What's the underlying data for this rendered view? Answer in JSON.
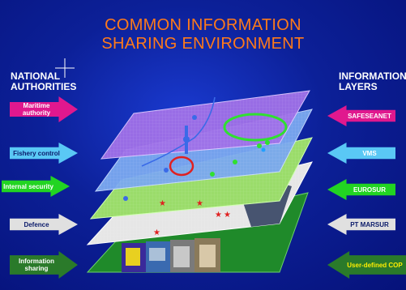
{
  "title_line1": "COMMON INFORMATION",
  "title_line2": "SHARING ENVIRONMENT",
  "left_heading_line1": "NATIONAL",
  "left_heading_line2": "AUTHORITIES",
  "right_heading_line1": "INFORMATION",
  "right_heading_line2": "LAYERS",
  "authorities": [
    {
      "label": "Maritime authority",
      "color": "#e0188e"
    },
    {
      "label": "Fishery control",
      "color": "#5ac8f5"
    },
    {
      "label": "Internal security",
      "color": "#22d422"
    },
    {
      "label": "Defence",
      "color": "#e0e0e0"
    },
    {
      "label": "Information sharing",
      "color": "#2a7a2a"
    }
  ],
  "layers": [
    {
      "label": "SAFESEANET",
      "color": "#e0188e"
    },
    {
      "label": "VMS",
      "color": "#5ac8f5"
    },
    {
      "label": "EUROSUR",
      "color": "#22d422"
    },
    {
      "label": "PT MARSUR",
      "color": "#e0e0e0"
    },
    {
      "label": "User-defined COP",
      "color": "#2a7a2a"
    }
  ],
  "colors": {
    "title": "#ff7a1a",
    "background": "#0c2098",
    "plane_purple": "#a070e8",
    "plane_blue": "#7aa8f0",
    "plane_green": "#9adc6a",
    "plane_white": "#e6e6e6",
    "plane_dark_green": "#1f8a2a",
    "highlight_red": "#e02020",
    "highlight_green": "#30e030"
  }
}
